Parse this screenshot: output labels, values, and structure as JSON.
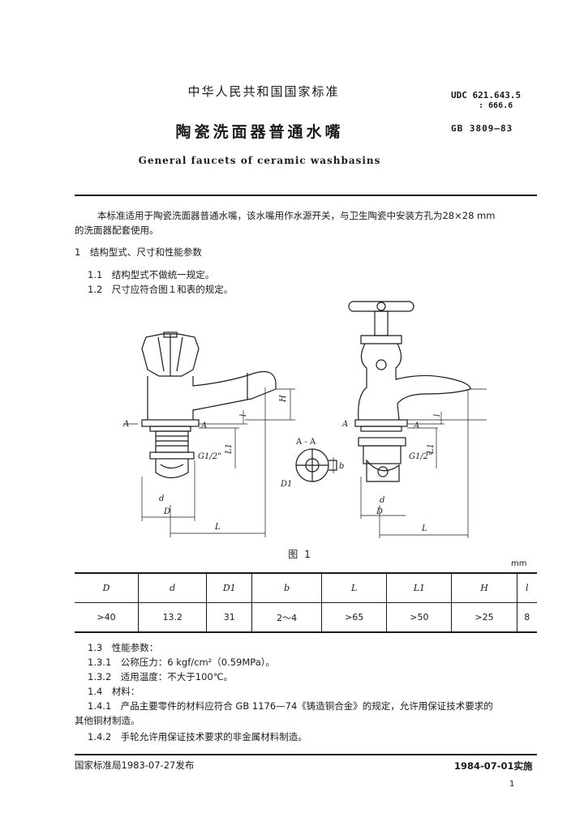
{
  "header": {
    "national_title": "中华人民共和国国家标准",
    "udc_line1": "UDC 621.643.5",
    "udc_line2": ": 666.6",
    "main_title": "陶瓷洗面器普通水嘴",
    "gb_code": "GB 3809—83",
    "english_title": "General faucets of ceramic washbasins"
  },
  "intro": {
    "line1": "本标准适用于陶瓷洗面器普通水嘴，该水嘴用作水源开关，与卫生陶瓷中安装方孔为28×28 mm",
    "line2": "的洗面器配套使用。"
  },
  "section1": {
    "heading": "1　结构型式、尺寸和性能参数",
    "items": [
      "1.1　结构型式不做统一规定。",
      "1.2　尺寸应符合图１和表的规定。"
    ]
  },
  "figure": {
    "caption": "图 1",
    "labels": {
      "A": "A",
      "section": "A - A",
      "thread": "G1/2\"",
      "H": "H",
      "l": "l",
      "L1": "L1",
      "d": "d",
      "D": "D",
      "L": "L",
      "D1": "D1",
      "b": "b"
    }
  },
  "table": {
    "unit": "mm",
    "headers": [
      "D",
      "d",
      "D1",
      "b",
      "L",
      "L1",
      "H",
      "l"
    ],
    "rows": [
      [
        ">40",
        "13.2",
        "31",
        "2～4",
        ">65",
        ">50",
        ">25",
        "8"
      ]
    ]
  },
  "section13": {
    "items": [
      "1.3　性能参数：",
      "1.3.1　公称压力：6 kgf/cm²（0.59MPa）。",
      "1.3.2　适用温度：不大于100℃。",
      "1.4　材料：",
      "1.4.1　产品主要零件的材料应符合 GB 1176—74《铸造铜合金》的规定，允许用保证技术要求的",
      "其他铜材制造。",
      "1.4.2　手轮允许用保证技术要求的非金属材料制造。"
    ]
  },
  "footer": {
    "issued": "国家标准局1983-07-27发布",
    "effective": "1984-07-01实施",
    "page": "1"
  }
}
